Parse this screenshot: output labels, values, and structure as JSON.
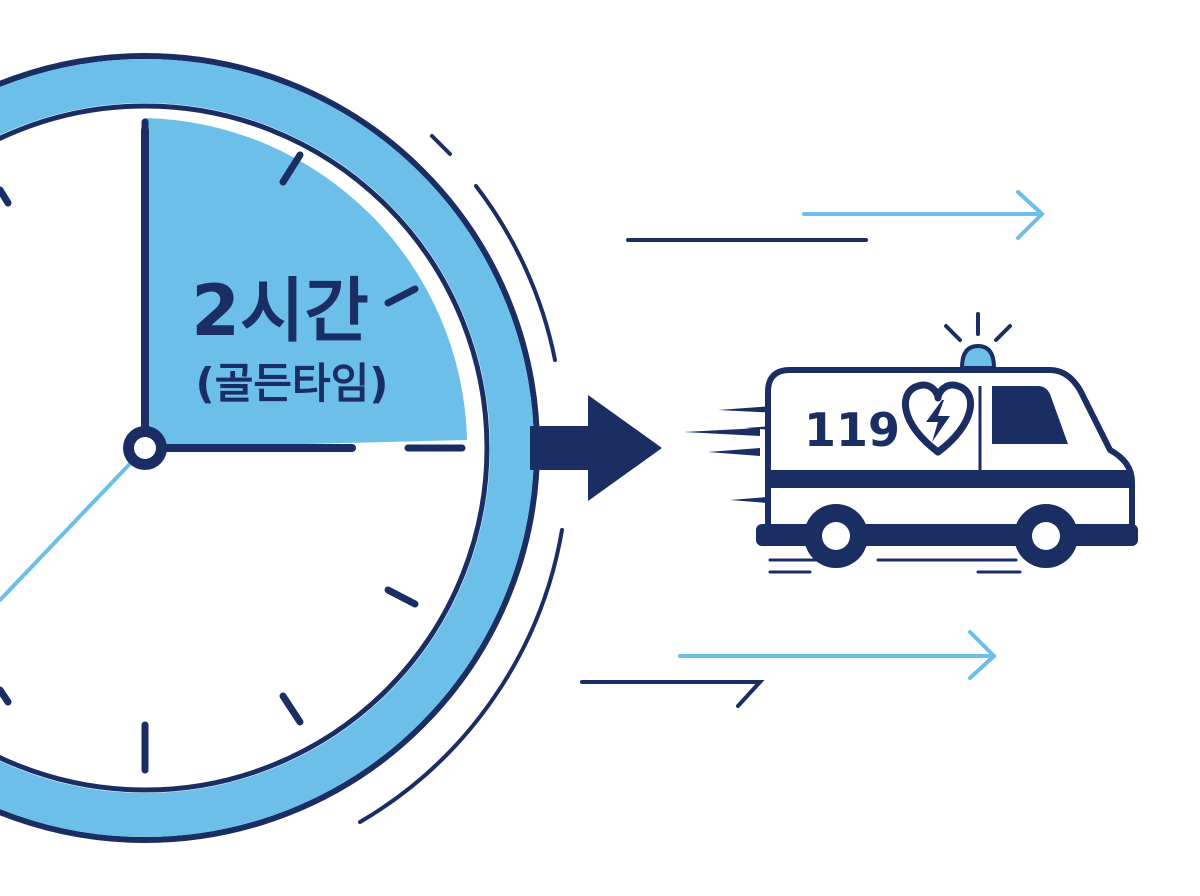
{
  "clock": {
    "title": "2시간",
    "subtitle": "(골든타임)"
  },
  "ambulance": {
    "number": "119"
  },
  "colors": {
    "navy": "#1a2e63",
    "light_blue": "#6bbfe9",
    "pale_blue": "#a9d8f2",
    "white": "#ffffff"
  },
  "icons": [
    "clock-icon",
    "arrow-right-icon",
    "ambulance-icon",
    "heart-bolt-icon",
    "siren-light-icon",
    "wheel-icon"
  ]
}
